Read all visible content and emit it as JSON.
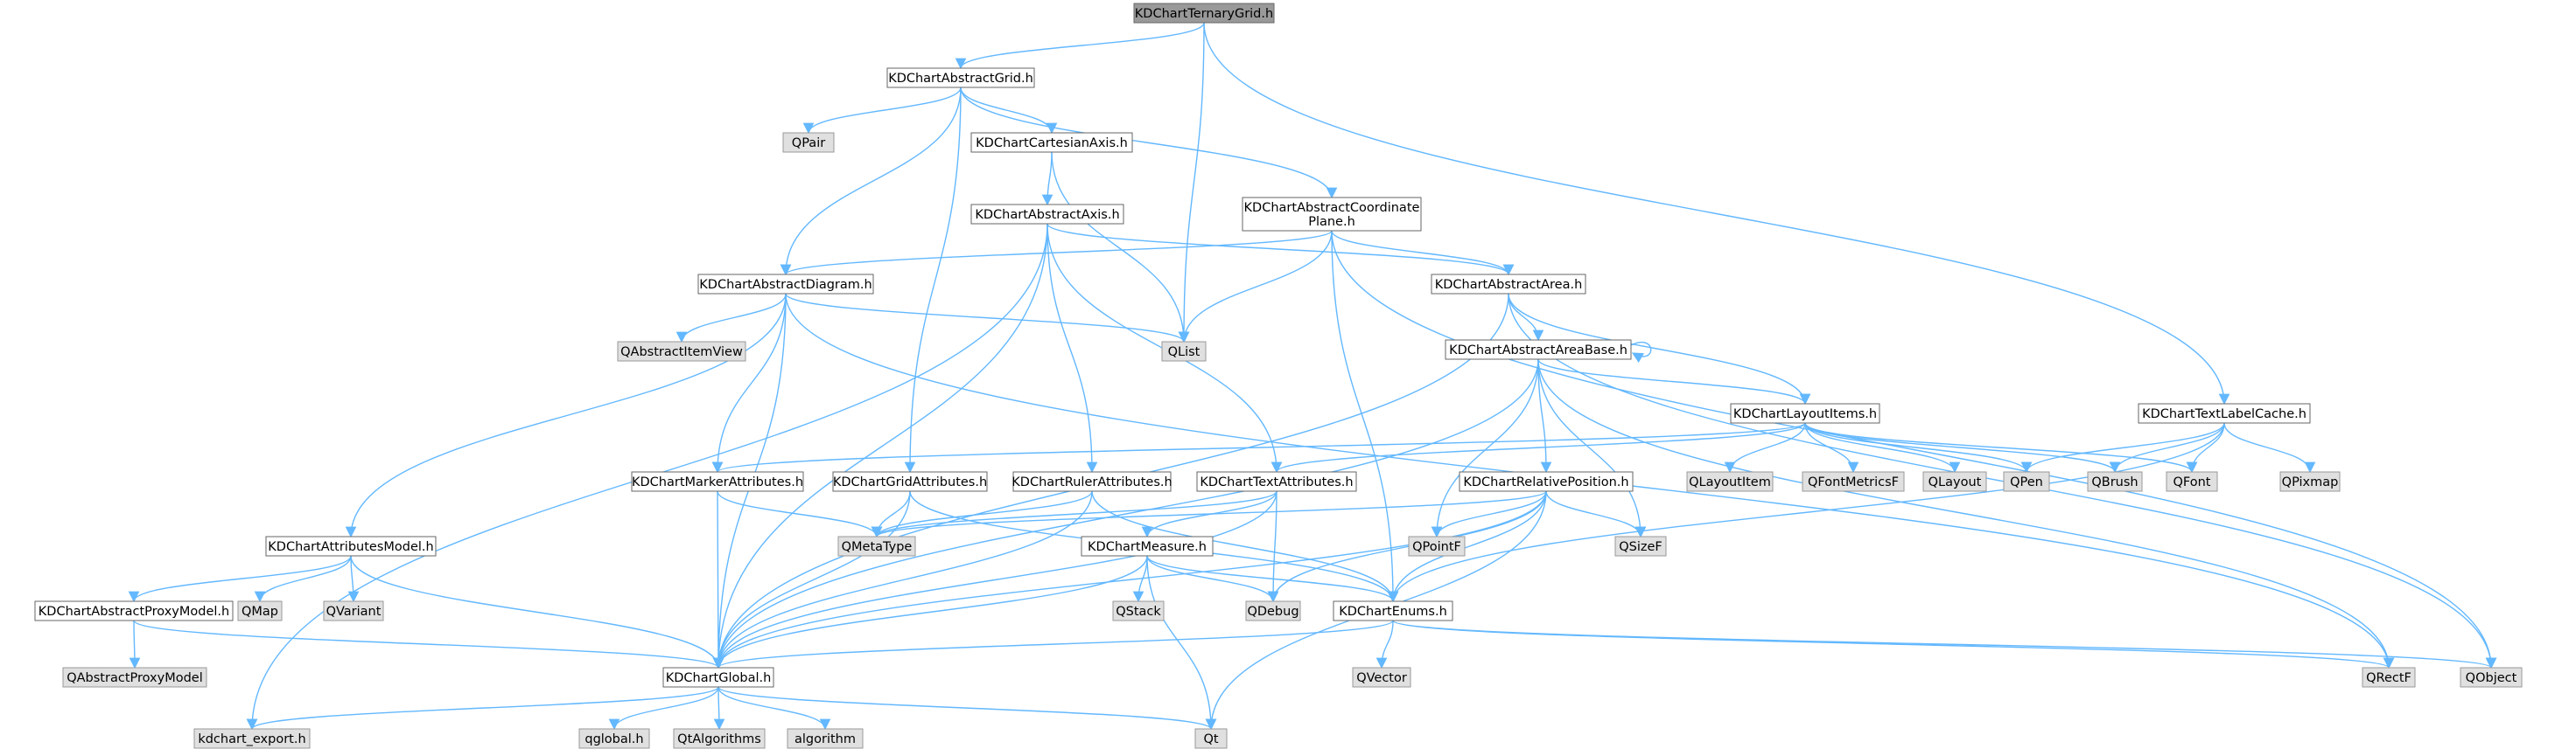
{
  "colors": {
    "edge": "#63b8ff",
    "node_border": "#666666",
    "node_fill": "#ffffff",
    "external_fill": "#e0e0e0",
    "external_border": "#999999",
    "root_fill": "#999999",
    "root_border": "#666666"
  },
  "nodes": [
    {
      "id": "ternary",
      "label": "KDChartTernaryGrid.h",
      "kind": "root"
    },
    {
      "id": "abstractgrid",
      "label": "KDChartAbstractGrid.h",
      "kind": "file"
    },
    {
      "id": "qpair",
      "label": "QPair",
      "kind": "external"
    },
    {
      "id": "cartesianaxis",
      "label": "KDChartCartesianAxis.h",
      "kind": "file"
    },
    {
      "id": "abstractaxis",
      "label": "KDChartAbstractAxis.h",
      "kind": "file"
    },
    {
      "id": "coordplane",
      "label": "KDChartAbstractCoordinate\nPlane.h",
      "kind": "file"
    },
    {
      "id": "abstractdiagram",
      "label": "KDChartAbstractDiagram.h",
      "kind": "file"
    },
    {
      "id": "abstractarea",
      "label": "KDChartAbstractArea.h",
      "kind": "file"
    },
    {
      "id": "qabstractitemview",
      "label": "QAbstractItemView",
      "kind": "external"
    },
    {
      "id": "qlist",
      "label": "QList",
      "kind": "external"
    },
    {
      "id": "areabase",
      "label": "KDChartAbstractAreaBase.h",
      "kind": "file"
    },
    {
      "id": "layoutitems",
      "label": "KDChartLayoutItems.h",
      "kind": "file"
    },
    {
      "id": "textlabelcache",
      "label": "KDChartTextLabelCache.h",
      "kind": "file"
    },
    {
      "id": "markerattr",
      "label": "KDChartMarkerAttributes.h",
      "kind": "file"
    },
    {
      "id": "gridattr",
      "label": "KDChartGridAttributes.h",
      "kind": "file"
    },
    {
      "id": "rulerattr",
      "label": "KDChartRulerAttributes.h",
      "kind": "file"
    },
    {
      "id": "textattr",
      "label": "KDChartTextAttributes.h",
      "kind": "file"
    },
    {
      "id": "relpos",
      "label": "KDChartRelativePosition.h",
      "kind": "file"
    },
    {
      "id": "qlayoutitem",
      "label": "QLayoutItem",
      "kind": "external"
    },
    {
      "id": "qfontmetricsf",
      "label": "QFontMetricsF",
      "kind": "external"
    },
    {
      "id": "qlayout",
      "label": "QLayout",
      "kind": "external"
    },
    {
      "id": "qpen",
      "label": "QPen",
      "kind": "external"
    },
    {
      "id": "qbrush",
      "label": "QBrush",
      "kind": "external"
    },
    {
      "id": "qfont",
      "label": "QFont",
      "kind": "external"
    },
    {
      "id": "qpixmap",
      "label": "QPixmap",
      "kind": "external"
    },
    {
      "id": "attrmodel",
      "label": "KDChartAttributesModel.h",
      "kind": "file"
    },
    {
      "id": "qmetatype",
      "label": "QMetaType",
      "kind": "external"
    },
    {
      "id": "measure",
      "label": "KDChartMeasure.h",
      "kind": "file"
    },
    {
      "id": "qpointf",
      "label": "QPointF",
      "kind": "external"
    },
    {
      "id": "qsizef",
      "label": "QSizeF",
      "kind": "external"
    },
    {
      "id": "proxymodel",
      "label": "KDChartAbstractProxyModel.h",
      "kind": "file"
    },
    {
      "id": "qmap",
      "label": "QMap",
      "kind": "external"
    },
    {
      "id": "qvariant",
      "label": "QVariant",
      "kind": "external"
    },
    {
      "id": "qstack",
      "label": "QStack",
      "kind": "external"
    },
    {
      "id": "qdebug",
      "label": "QDebug",
      "kind": "external"
    },
    {
      "id": "enums",
      "label": "KDChartEnums.h",
      "kind": "file"
    },
    {
      "id": "qabstractproxymodel",
      "label": "QAbstractProxyModel",
      "kind": "external"
    },
    {
      "id": "global",
      "label": "KDChartGlobal.h",
      "kind": "file"
    },
    {
      "id": "qvector",
      "label": "QVector",
      "kind": "external"
    },
    {
      "id": "qrectf",
      "label": "QRectF",
      "kind": "external"
    },
    {
      "id": "qobject",
      "label": "QObject",
      "kind": "external"
    },
    {
      "id": "kdchartexport",
      "label": "kdchart_export.h",
      "kind": "external"
    },
    {
      "id": "qglobal",
      "label": "qglobal.h",
      "kind": "external"
    },
    {
      "id": "qtalgorithms",
      "label": "QtAlgorithms",
      "kind": "external"
    },
    {
      "id": "algorithm",
      "label": "algorithm",
      "kind": "external"
    },
    {
      "id": "qt",
      "label": "Qt",
      "kind": "external"
    }
  ],
  "edges": [
    [
      "ternary",
      "abstractgrid"
    ],
    [
      "ternary",
      "qlist"
    ],
    [
      "ternary",
      "textlabelcache"
    ],
    [
      "abstractgrid",
      "qpair"
    ],
    [
      "abstractgrid",
      "cartesianaxis"
    ],
    [
      "abstractgrid",
      "coordplane"
    ],
    [
      "abstractgrid",
      "abstractdiagram"
    ],
    [
      "abstractgrid",
      "gridattr"
    ],
    [
      "cartesianaxis",
      "abstractaxis"
    ],
    [
      "cartesianaxis",
      "qlist"
    ],
    [
      "abstractaxis",
      "abstractarea"
    ],
    [
      "abstractaxis",
      "rulerattr"
    ],
    [
      "abstractaxis",
      "textattr"
    ],
    [
      "abstractaxis",
      "global"
    ],
    [
      "abstractaxis",
      "kdchartexport"
    ],
    [
      "coordplane",
      "abstractdiagram"
    ],
    [
      "coordplane",
      "abstractarea"
    ],
    [
      "coordplane",
      "qlist"
    ],
    [
      "coordplane",
      "enums"
    ],
    [
      "coordplane",
      "qobject"
    ],
    [
      "abstractdiagram",
      "qabstractitemview"
    ],
    [
      "abstractdiagram",
      "qlist"
    ],
    [
      "abstractdiagram",
      "attrmodel"
    ],
    [
      "abstractdiagram",
      "markerattr"
    ],
    [
      "abstractdiagram",
      "global"
    ],
    [
      "abstractdiagram",
      "qrectf"
    ],
    [
      "abstractarea",
      "areabase"
    ],
    [
      "abstractarea",
      "layoutitems"
    ],
    [
      "abstractarea",
      "global"
    ],
    [
      "abstractarea",
      "qobject"
    ],
    [
      "areabase",
      "areabase"
    ],
    [
      "areabase",
      "layoutitems"
    ],
    [
      "areabase",
      "relpos"
    ],
    [
      "areabase",
      "qpointf"
    ],
    [
      "areabase",
      "qsizef"
    ],
    [
      "areabase",
      "global"
    ],
    [
      "areabase",
      "qrectf"
    ],
    [
      "layoutitems",
      "markerattr"
    ],
    [
      "layoutitems",
      "textattr"
    ],
    [
      "layoutitems",
      "qlayoutitem"
    ],
    [
      "layoutitems",
      "qfontmetricsf"
    ],
    [
      "layoutitems",
      "qlayout"
    ],
    [
      "layoutitems",
      "qpen"
    ],
    [
      "layoutitems",
      "qbrush"
    ],
    [
      "layoutitems",
      "qfont"
    ],
    [
      "textlabelcache",
      "qpixmap"
    ],
    [
      "textlabelcache",
      "qpen"
    ],
    [
      "textlabelcache",
      "qbrush"
    ],
    [
      "textlabelcache",
      "qfont"
    ],
    [
      "textlabelcache",
      "enums"
    ],
    [
      "markerattr",
      "qmetatype"
    ],
    [
      "markerattr",
      "global"
    ],
    [
      "gridattr",
      "qmetatype"
    ],
    [
      "gridattr",
      "global"
    ],
    [
      "gridattr",
      "enums"
    ],
    [
      "rulerattr",
      "qmetatype"
    ],
    [
      "rulerattr",
      "global"
    ],
    [
      "rulerattr",
      "enums"
    ],
    [
      "textattr",
      "measure"
    ],
    [
      "textattr",
      "qmetatype"
    ],
    [
      "textattr",
      "global"
    ],
    [
      "textattr",
      "qdebug"
    ],
    [
      "relpos",
      "qpointf"
    ],
    [
      "relpos",
      "qsizef"
    ],
    [
      "relpos",
      "qmetatype"
    ],
    [
      "relpos",
      "enums"
    ],
    [
      "relpos",
      "global"
    ],
    [
      "relpos",
      "qt"
    ],
    [
      "relpos",
      "qdebug"
    ],
    [
      "attrmodel",
      "proxymodel"
    ],
    [
      "attrmodel",
      "qmap"
    ],
    [
      "attrmodel",
      "qvariant"
    ],
    [
      "attrmodel",
      "global"
    ],
    [
      "measure",
      "qstack"
    ],
    [
      "measure",
      "qdebug"
    ],
    [
      "measure",
      "enums"
    ],
    [
      "measure",
      "global"
    ],
    [
      "measure",
      "qt"
    ],
    [
      "proxymodel",
      "qabstractproxymodel"
    ],
    [
      "proxymodel",
      "global"
    ],
    [
      "enums",
      "qvector"
    ],
    [
      "enums",
      "global"
    ],
    [
      "enums",
      "qrectf"
    ],
    [
      "enums",
      "qobject"
    ],
    [
      "global",
      "kdchartexport"
    ],
    [
      "global",
      "qglobal"
    ],
    [
      "global",
      "qtalgorithms"
    ],
    [
      "global",
      "algorithm"
    ],
    [
      "global",
      "qt"
    ]
  ]
}
